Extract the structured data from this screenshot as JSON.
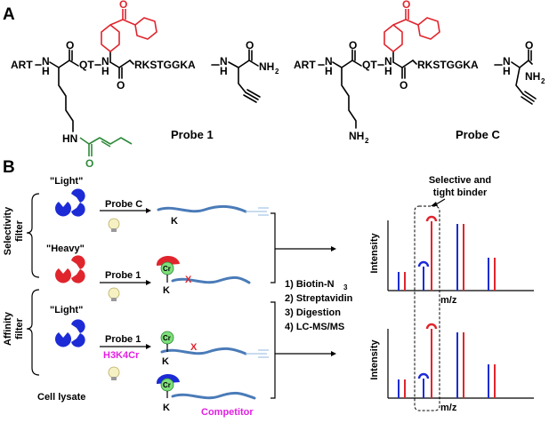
{
  "panels": {
    "a": "A",
    "b": "B"
  },
  "probe1": {
    "art": "ART",
    "nh": "N",
    "h": "H",
    "qt": "QT",
    "o": "O",
    "seq": "RKSTGGKA",
    "nh2": "NH",
    "nh2_sub": "2",
    "amide_hn": "HN",
    "amide_o": "O",
    "name": "Probe 1"
  },
  "probeC": {
    "art": "ART",
    "nh": "N",
    "h": "H",
    "qt": "QT",
    "o": "O",
    "seq": "RKSTGGKA",
    "nh2": "NH",
    "nh2_sub": "2",
    "lys_nh2": "NH",
    "lys_nh2_sub": "2",
    "name": "Probe C"
  },
  "filters": {
    "selectivity": [
      "Selectivity",
      "filter"
    ],
    "affinity": [
      "Affinity",
      "filter"
    ]
  },
  "rows": {
    "light1": "\"Light\"",
    "heavy": "\"Heavy\"",
    "light2": "\"Light\"",
    "lysate": "Cell lysate",
    "probe_c": "Probe C",
    "probe_1a": "Probe 1",
    "probe_1b": "Probe 1",
    "h3k4cr": "H3K4Cr",
    "competitor": "Competitor",
    "k": "K",
    "cr": "Cr",
    "x": "X"
  },
  "steps": {
    "s1": "1) Biotin-N",
    "s1_sub": "3",
    "s2": "2) Streptavidin",
    "s3": "3) Digestion",
    "s4": "4) LC-MS/MS"
  },
  "ms": {
    "annotation": [
      "Selective and",
      "tight binder"
    ],
    "ylabel": "Intensity",
    "xlabel": "m/z"
  },
  "colors": {
    "red": "#e0252d",
    "blue": "#1c2bd6",
    "green": "#2f8a3a",
    "magenta": "#e31ee3",
    "chain": "#4a7bb8"
  }
}
